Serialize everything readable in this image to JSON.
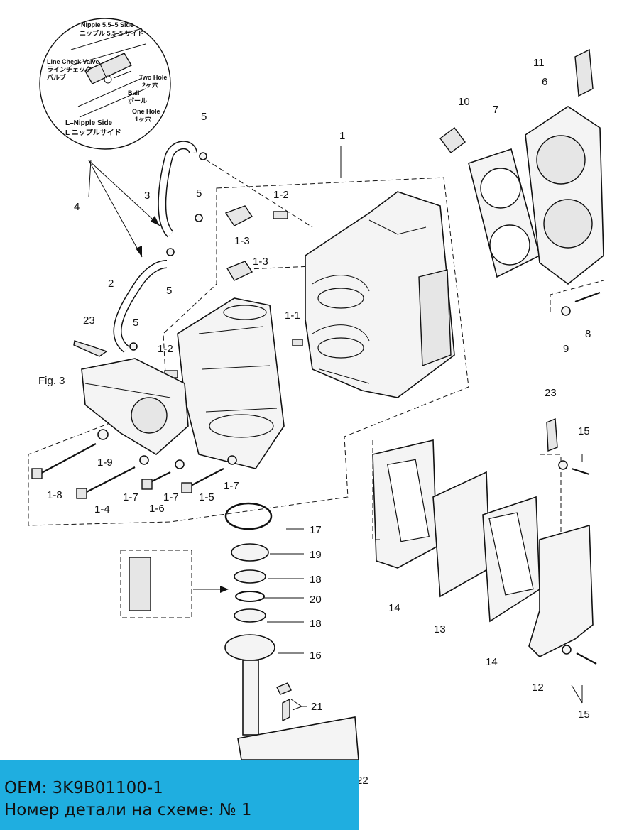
{
  "inset": {
    "nipple_side": "Nipple 5.5–5 Side",
    "nipple_side_jp": "ニップル 5.5–5 サイド",
    "check_valve": "Line Check Valve",
    "check_valve_jp1": "ラインチェック",
    "check_valve_jp2": "バルブ",
    "two_hole": "Two Hole",
    "two_hole_jp": "2ヶ穴",
    "ball": "Ball",
    "ball_jp": "ボール",
    "one_hole": "One Hole",
    "one_hole_jp": "1ヶ穴",
    "l_nipple": "L–Nipple Side",
    "l_nipple_jp": "L ニップルサイド"
  },
  "fig_label": "Fig. 3",
  "callouts": {
    "c1": "1",
    "c1_1": "1-1",
    "c1_2a": "1-2",
    "c1_2b": "1-2",
    "c1_3a": "1-3",
    "c1_3b": "1-3",
    "c1_4": "1-4",
    "c1_5": "1-5",
    "c1_6": "1-6",
    "c1_7a": "1-7",
    "c1_7b": "1-7",
    "c1_7c": "1-7",
    "c1_8": "1-8",
    "c1_9": "1-9",
    "c2": "2",
    "c3": "3",
    "c4": "4",
    "c5a": "5",
    "c5b": "5",
    "c5c": "5",
    "c5d": "5",
    "c6": "6",
    "c7": "7",
    "c8": "8",
    "c9": "9",
    "c10": "10",
    "c11": "11",
    "c12": "12",
    "c13": "13",
    "c14a": "14",
    "c14b": "14",
    "c15a": "15",
    "c15b": "15",
    "c16": "16",
    "c17": "17",
    "c18a": "18",
    "c18b": "18",
    "c19": "19",
    "c20": "20",
    "c21": "21",
    "c22": "22",
    "c23a": "23",
    "c23b": "23"
  },
  "banner": {
    "oem": "OEM: 3K9B01100-1",
    "part_number": "Номер детали на схеме: № 1"
  },
  "colors": {
    "banner_bg": "#1faee0",
    "line": "#111111"
  }
}
